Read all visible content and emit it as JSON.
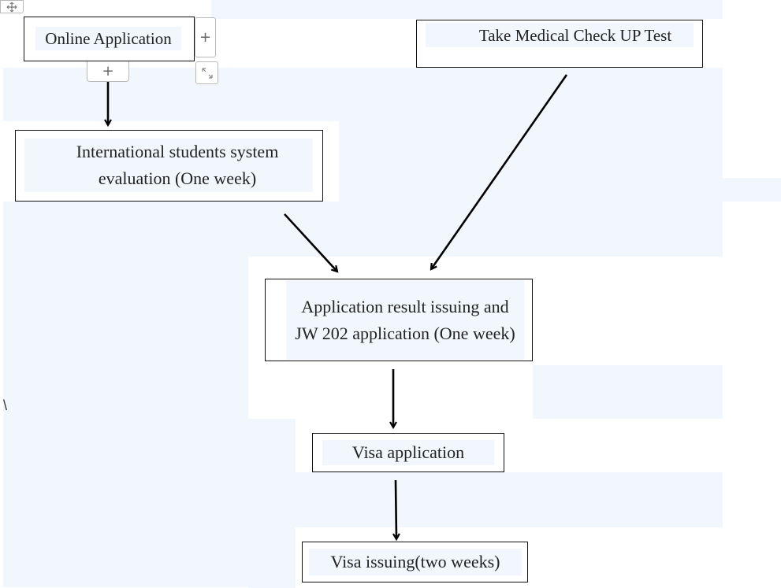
{
  "diagram": {
    "type": "flowchart",
    "nodes": [
      {
        "id": "online-application",
        "label": "Online Application"
      },
      {
        "id": "medical-check",
        "label": "Take Medical Check UP Test"
      },
      {
        "id": "system-evaluation",
        "label": "International students system evaluation (One week)"
      },
      {
        "id": "result-issuing",
        "label": "Application result issuing and JW 202 application (One week)"
      },
      {
        "id": "visa-application",
        "label": "Visa application"
      },
      {
        "id": "visa-issuing",
        "label": "Visa issuing(two weeks)"
      }
    ],
    "edges": [
      {
        "from": "online-application",
        "to": "system-evaluation"
      },
      {
        "from": "system-evaluation",
        "to": "result-issuing"
      },
      {
        "from": "medical-check",
        "to": "result-issuing"
      },
      {
        "from": "result-issuing",
        "to": "visa-application"
      },
      {
        "from": "visa-application",
        "to": "visa-issuing"
      }
    ]
  },
  "editor": {
    "move_handle_icon": "move-icon",
    "add_handle_icon": "plus-icon",
    "resize_handle_icon": "resize-icon",
    "stray_char": "\\"
  },
  "colors": {
    "highlight": "#f2f7fd",
    "border": "#111111",
    "text": "#222222",
    "arrow": "#000000"
  }
}
